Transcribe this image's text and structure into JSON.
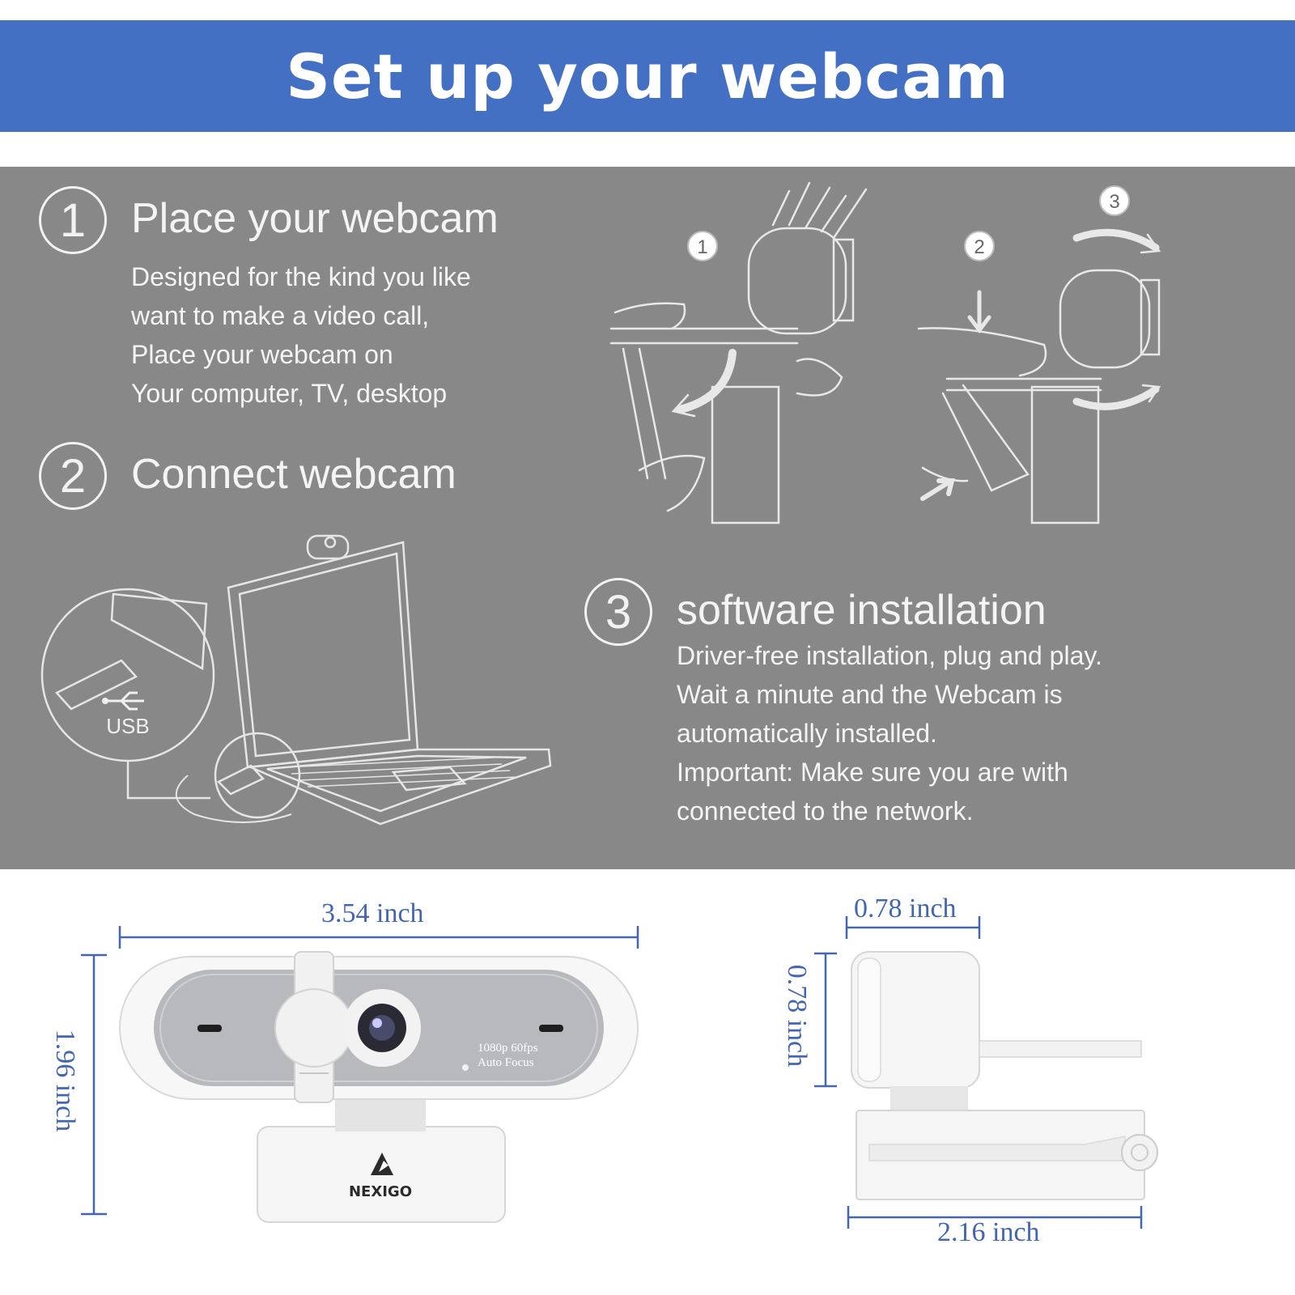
{
  "header": {
    "title": "Set up your webcam"
  },
  "colors": {
    "banner": "#4470c4",
    "panel": "#888888",
    "dimension": "#4466b0"
  },
  "steps": [
    {
      "number": "1",
      "title": "Place your webcam",
      "lines": [
        "Designed for the kind you like",
        "want to make a video call,",
        "Place your webcam on",
        "Your computer, TV, desktop"
      ]
    },
    {
      "number": "2",
      "title": "Connect webcam",
      "lines": []
    },
    {
      "number": "3",
      "title": "software installation",
      "lines": [
        "Driver-free installation, plug and play.",
        "Wait a minute and the Webcam is",
        "automatically installed.",
        "Important: Make sure you are with",
        "connected to the network."
      ]
    }
  ],
  "illustration": {
    "mount_badges": [
      "1",
      "2",
      "3"
    ],
    "usb_label": "USB"
  },
  "product": {
    "lens_label_line1": "1080p 60fps",
    "lens_label_line2": "Auto Focus",
    "brand": "NEXIGO"
  },
  "dimensions": {
    "front_width": "3.54 inch",
    "front_height": "1.96 inch",
    "side_depth": "0.78 inch",
    "side_height": "0.78 inch",
    "side_width": "2.16 inch"
  }
}
